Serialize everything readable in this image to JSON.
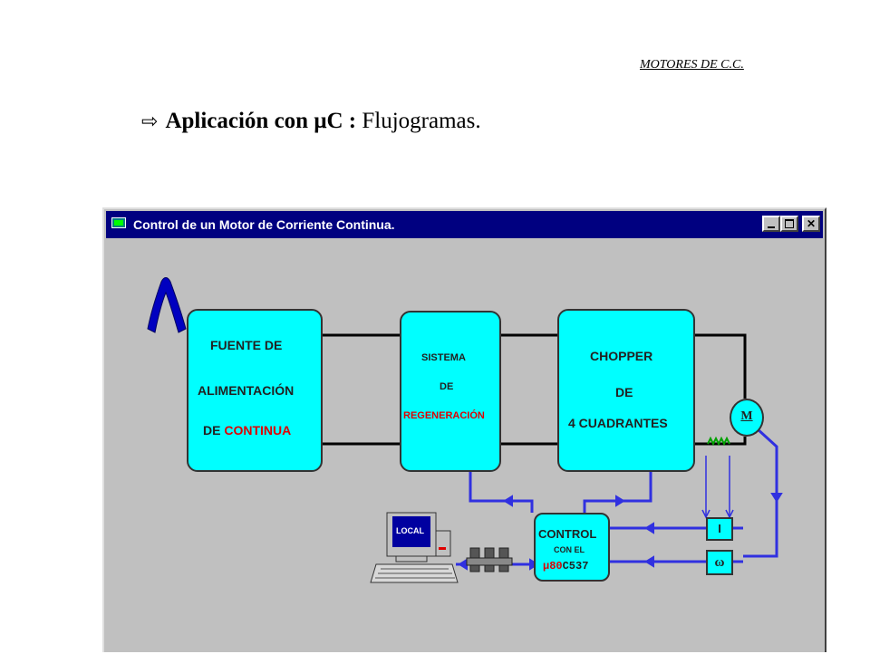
{
  "slide": {
    "header": "MOTORES DE C.C.",
    "title_arrow": "⇨",
    "title_bold": "Aplicación con μC :",
    "title_rest": "Flujogramas."
  },
  "window": {
    "title": "Control de un Motor de Corriente Continua.",
    "buttons": [
      "minimize",
      "maximize",
      "close"
    ]
  },
  "diagram": {
    "fuente": {
      "line1": "FUENTE DE",
      "line2": "ALIMENTACIÓN",
      "line3_prefix": "DE ",
      "line3_highlight": "CONTINUA"
    },
    "sistema": {
      "line1": "SISTEMA",
      "line2": "DE",
      "line3": "REGENERACIÓN"
    },
    "chopper": {
      "line1": "CHOPPER",
      "line2": "DE",
      "line3": "4 CUADRANTES"
    },
    "motor_label": "M",
    "control": {
      "line1": "CONTROL",
      "line2": "CON EL",
      "line3_highlight": "μ80",
      "line3_rest": "C537"
    },
    "current_sensor": "I",
    "speed_sensor": "ω",
    "pc_screen": "LOCAL"
  },
  "colors": {
    "block_fill": "#00ffff",
    "wire": "#000000",
    "signal": "#3030e0",
    "titlebar": "#000080",
    "window_bg": "#c0c0c0",
    "highlight": "#e00000"
  },
  "icons": [
    "ribbon-icon",
    "computer-icon",
    "connector-icon",
    "resistor-icon"
  ]
}
